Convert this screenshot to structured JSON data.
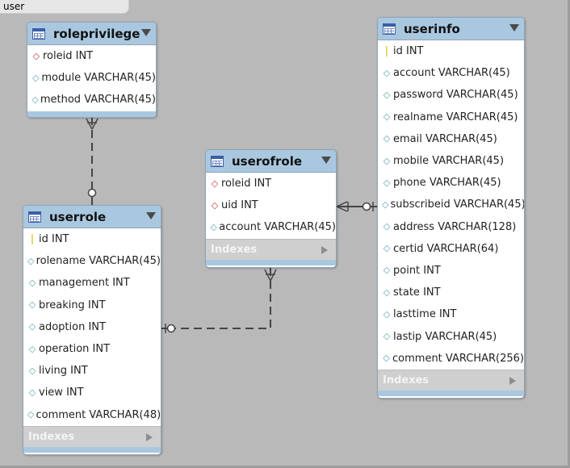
{
  "tab": {
    "label": "user"
  },
  "entities": {
    "roleprivilege": {
      "title": "roleprivilege",
      "columns": [
        {
          "mark": "fk",
          "text": "roleid INT"
        },
        {
          "mark": "plain",
          "text": "module VARCHAR(45)"
        },
        {
          "mark": "plain",
          "text": "method VARCHAR(45)"
        }
      ]
    },
    "userrole": {
      "title": "userrole",
      "indexes_label": "Indexes",
      "columns": [
        {
          "mark": "key",
          "text": "id INT"
        },
        {
          "mark": "plain",
          "text": "rolename VARCHAR(45)"
        },
        {
          "mark": "plain",
          "text": "management INT"
        },
        {
          "mark": "plain",
          "text": "breaking INT"
        },
        {
          "mark": "plain",
          "text": "adoption INT"
        },
        {
          "mark": "plain",
          "text": "operation INT"
        },
        {
          "mark": "plain",
          "text": "living INT"
        },
        {
          "mark": "plain",
          "text": "view INT"
        },
        {
          "mark": "plain",
          "text": "comment VARCHAR(48)"
        }
      ]
    },
    "userofrole": {
      "title": "userofrole",
      "indexes_label": "Indexes",
      "columns": [
        {
          "mark": "fk",
          "text": "roleid INT"
        },
        {
          "mark": "fk",
          "text": "uid INT"
        },
        {
          "mark": "plain",
          "text": "account VARCHAR(45)"
        }
      ]
    },
    "userinfo": {
      "title": "userinfo",
      "indexes_label": "Indexes",
      "columns": [
        {
          "mark": "key",
          "text": "id INT"
        },
        {
          "mark": "plain",
          "text": "account VARCHAR(45)"
        },
        {
          "mark": "plain",
          "text": "password VARCHAR(45)"
        },
        {
          "mark": "plain",
          "text": "realname VARCHAR(45)"
        },
        {
          "mark": "plain",
          "text": "email VARCHAR(45)"
        },
        {
          "mark": "plain",
          "text": "mobile VARCHAR(45)"
        },
        {
          "mark": "plain",
          "text": "phone VARCHAR(45)"
        },
        {
          "mark": "plain",
          "text": "subscribeid VARCHAR(45)"
        },
        {
          "mark": "plain",
          "text": "address VARCHAR(128)"
        },
        {
          "mark": "plain",
          "text": "certid VARCHAR(64)"
        },
        {
          "mark": "plain",
          "text": "point INT"
        },
        {
          "mark": "plain",
          "text": "state INT"
        },
        {
          "mark": "plain",
          "text": "lasttime INT"
        },
        {
          "mark": "plain",
          "text": "lastip VARCHAR(45)"
        },
        {
          "mark": "plain",
          "text": "comment VARCHAR(256)"
        }
      ]
    }
  },
  "relationships": [
    {
      "from": "roleprivilege",
      "to": "userrole",
      "from_end": "many",
      "to_end": "zero-or-one"
    },
    {
      "from": "userofrole",
      "to": "userrole",
      "from_end": "many",
      "to_end": "zero-or-one"
    },
    {
      "from": "userofrole",
      "to": "userinfo",
      "from_end": "many",
      "to_end": "zero-or-one"
    }
  ]
}
